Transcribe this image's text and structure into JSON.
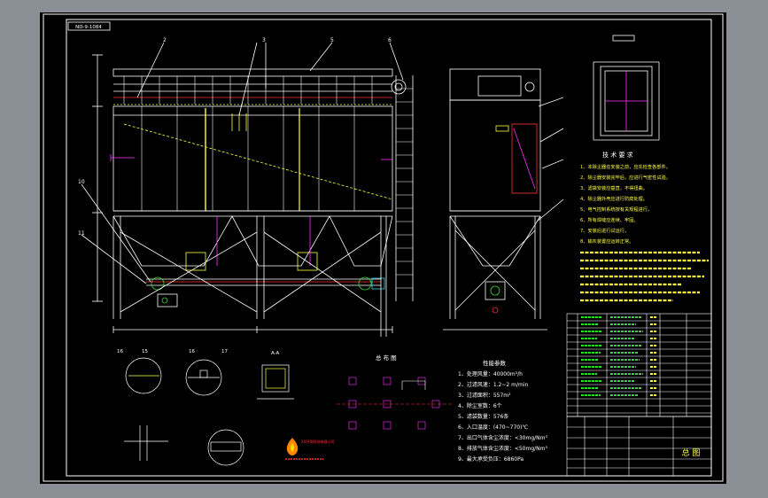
{
  "drawing": {
    "top_stamp": "ND-9-1084",
    "callouts": {
      "c2": "2",
      "c3": "3",
      "c5": "5",
      "c6": "6",
      "c10": "10",
      "c11": "11"
    },
    "detail_labels": [
      "16",
      "15",
      "16",
      "17"
    ],
    "section_label": "A-A",
    "layout_title": "总 布 图"
  },
  "tech_requirements": {
    "title": "技 术 要 求",
    "lines": [
      "1、本除尘器在安装之前，应先检查各部件。",
      "2、除尘器安装完毕后，应进行气密性试验。",
      "3、滤袋安装应垂直，不得扭曲。",
      "4、除尘器外壳应进行防腐处理。",
      "5、电气控制系统按有关规程进行。",
      "6、所有焊缝应连续、牢固。",
      "7、安装后进行试运行。",
      "8、输灰装置应运转正常。"
    ]
  },
  "performance_params": {
    "title": "性能参数",
    "items": [
      "1、处理风量：40000m³/h",
      "2、过滤风速：1.2~2 m/min",
      "3、过滤面积：557m²",
      "4、除尘室数：6个",
      "5、滤袋数量：576条",
      "6、入口温度：(470~770)℃",
      "7、出口气体含尘浓度：<30mg/Nm³",
      "8、排放气体含尘浓度：<50mg/Nm³",
      "9、最大承受负压：6860Pa"
    ]
  },
  "title_block": {
    "drawing_name": "总 图",
    "company_text": "XX环保科技有限公司"
  },
  "colors": {
    "sheet_bg": "#000000",
    "line_white": "#ffffff",
    "accent_red": "#ff3333",
    "accent_yellow": "#ffff44",
    "accent_magenta": "#ff33ff",
    "accent_green": "#33dd33",
    "accent_cyan": "#33dddd",
    "accent_orange": "#ff8800"
  }
}
